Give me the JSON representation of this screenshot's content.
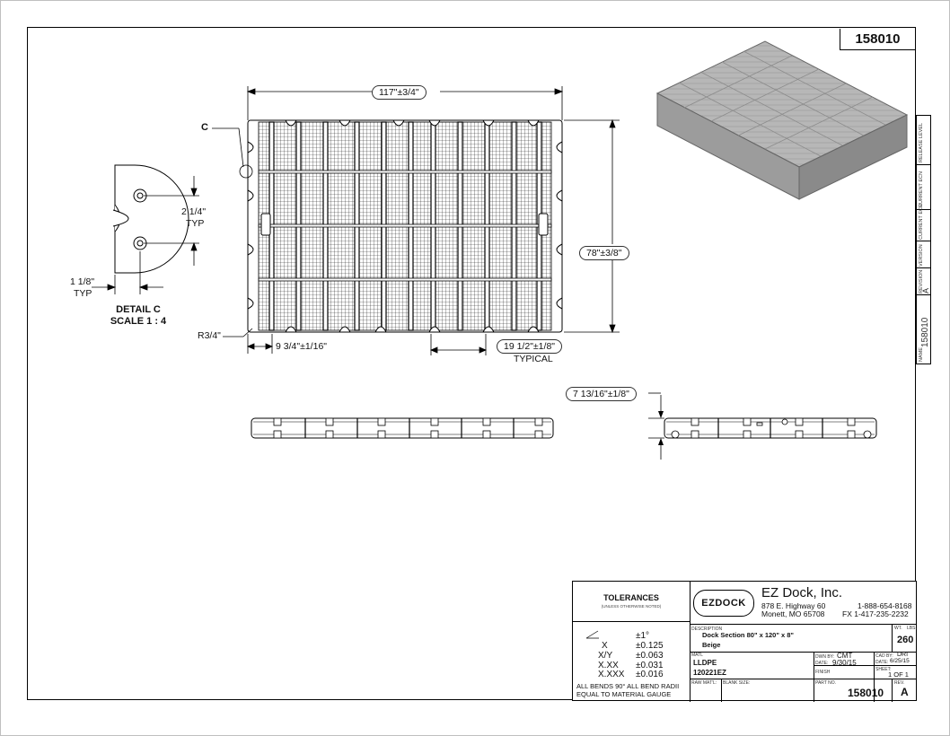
{
  "drawing_number": "158010",
  "plan_view": {
    "overall_width": "117\"±3/4\"",
    "overall_height": "78\"±3/8\"",
    "edge_spacing": "9 3/4\"±1/16\"",
    "typical_spacing": "19 1/2\"±1/8\"",
    "typical_label": "TYPICAL",
    "corner_radius": "R3/4\"",
    "detail_callout": "C"
  },
  "detail": {
    "spacing_vertical": "2 1/4\"",
    "spacing_vertical_note": "TYP",
    "spacing_horizontal": "1 1/8\"",
    "spacing_horizontal_note": "TYP",
    "title": "DETAIL C",
    "scale": "SCALE 1 : 4"
  },
  "side_view": {
    "thickness": "7 13/16\"±1/8\""
  },
  "revision_block": {
    "fields": [
      "RELEASE LEVEL",
      "CURRENT ECN",
      "CURRENT ECR",
      "VERSION",
      "REVISION",
      "NAME"
    ],
    "revision_value": "A",
    "name_value": "158010"
  },
  "title_block": {
    "tolerances_title": "TOLERANCES",
    "tolerances_note": "(UNLESS OTHERWISE NOTED)",
    "tolerance_rows": [
      {
        "label": "",
        "value": "±1°"
      },
      {
        "label": "X",
        "value": "±0.125"
      },
      {
        "label": "X/Y",
        "value": "±0.063"
      },
      {
        "label": "X.XX",
        "value": "±0.031"
      },
      {
        "label": "X.XXX",
        "value": "±0.016"
      }
    ],
    "bends_note_1": "ALL BENDS 90°   ALL BEND RADII",
    "bends_note_2": "EQUAL TO MATERIAL GAUGE",
    "logo_text": "EZDOCK",
    "company": "EZ Dock, Inc.",
    "address_1": "878 E. Highway 60",
    "address_2": "Monett, MO 65708",
    "phone_1": "1-888-654-8168",
    "phone_2": "FX  1-417-235-2232",
    "description_label": "DESCRIPTION",
    "description_1": "Dock Section 80\" x 120\" x 8\"",
    "description_2": "Beige",
    "wt_label": "WT.",
    "lbs_label": "LBS.",
    "weight": "260",
    "matl_label": "MATL",
    "material": "LLDPE",
    "material_code": "120221EZ",
    "dwn_label": "DWN BY:",
    "dwn_value": "CMT",
    "date_label": "DATE:",
    "date_value": "9/30/15",
    "cad_label": "CAD BY:",
    "cad_value": "DRI",
    "cad_date_label": "DATE:",
    "cad_date_value": "6/25/15",
    "finish_label": "FINISH",
    "sheet_label": "SHEET:",
    "sheet_value": "1 OF 1",
    "raw_matl_label": "RAW MAT'L:",
    "blank_size_label": "BLANK SIZE:",
    "part_no_label": "PART NO.",
    "part_no": "158010",
    "rev_label": "REV.",
    "rev": "A"
  }
}
